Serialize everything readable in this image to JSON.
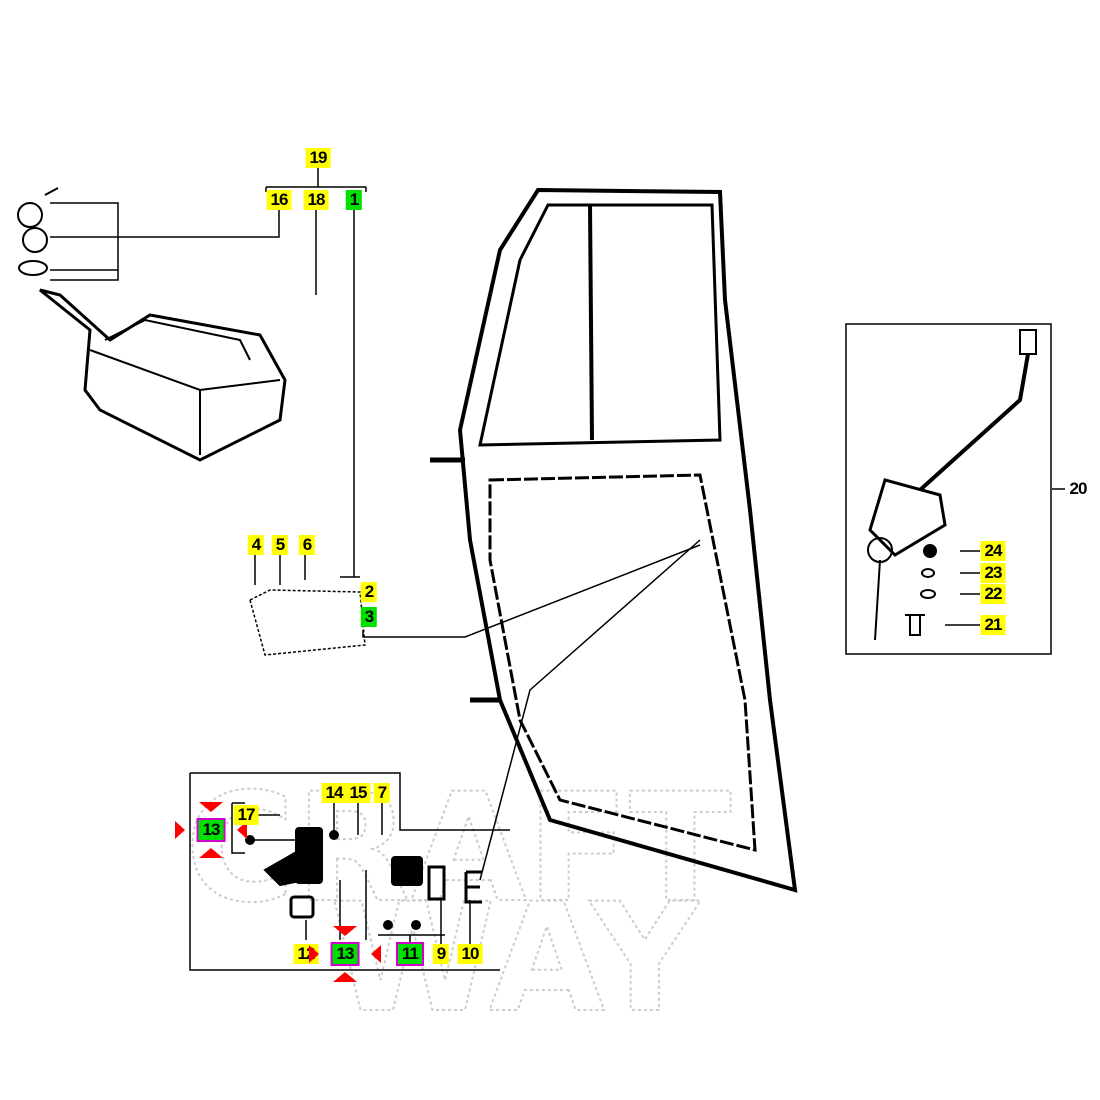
{
  "diagram": {
    "labels": [
      {
        "id": "19",
        "text": "19",
        "style": "y"
      },
      {
        "id": "16",
        "text": "16",
        "style": "y"
      },
      {
        "id": "18",
        "text": "18",
        "style": "y"
      },
      {
        "id": "1",
        "text": "1",
        "style": "g"
      },
      {
        "id": "4",
        "text": "4",
        "style": "y"
      },
      {
        "id": "5",
        "text": "5",
        "style": "y"
      },
      {
        "id": "6",
        "text": "6",
        "style": "y"
      },
      {
        "id": "2",
        "text": "2",
        "style": "y"
      },
      {
        "id": "3",
        "text": "3",
        "style": "g"
      },
      {
        "id": "20",
        "text": "20",
        "style": "n"
      },
      {
        "id": "24",
        "text": "24",
        "style": "y"
      },
      {
        "id": "23",
        "text": "23",
        "style": "y"
      },
      {
        "id": "22",
        "text": "22",
        "style": "y"
      },
      {
        "id": "21",
        "text": "21",
        "style": "y"
      },
      {
        "id": "13a",
        "text": "13",
        "style": "g",
        "selected": true
      },
      {
        "id": "17",
        "text": "17",
        "style": "y"
      },
      {
        "id": "14",
        "text": "14",
        "style": "y"
      },
      {
        "id": "15",
        "text": "15",
        "style": "y"
      },
      {
        "id": "7",
        "text": "7",
        "style": "y"
      },
      {
        "id": "12",
        "text": "12",
        "style": "y"
      },
      {
        "id": "13b",
        "text": "13",
        "style": "g",
        "selected": true
      },
      {
        "id": "11",
        "text": "11",
        "style": "g",
        "selected": true
      },
      {
        "id": "9",
        "text": "9",
        "style": "y"
      },
      {
        "id": "10",
        "text": "10",
        "style": "y"
      }
    ],
    "colors": {
      "highlight_yellow": "#ffff00",
      "highlight_green": "#00e000",
      "selection": "#d000d0",
      "marker": "#ff0000"
    }
  }
}
